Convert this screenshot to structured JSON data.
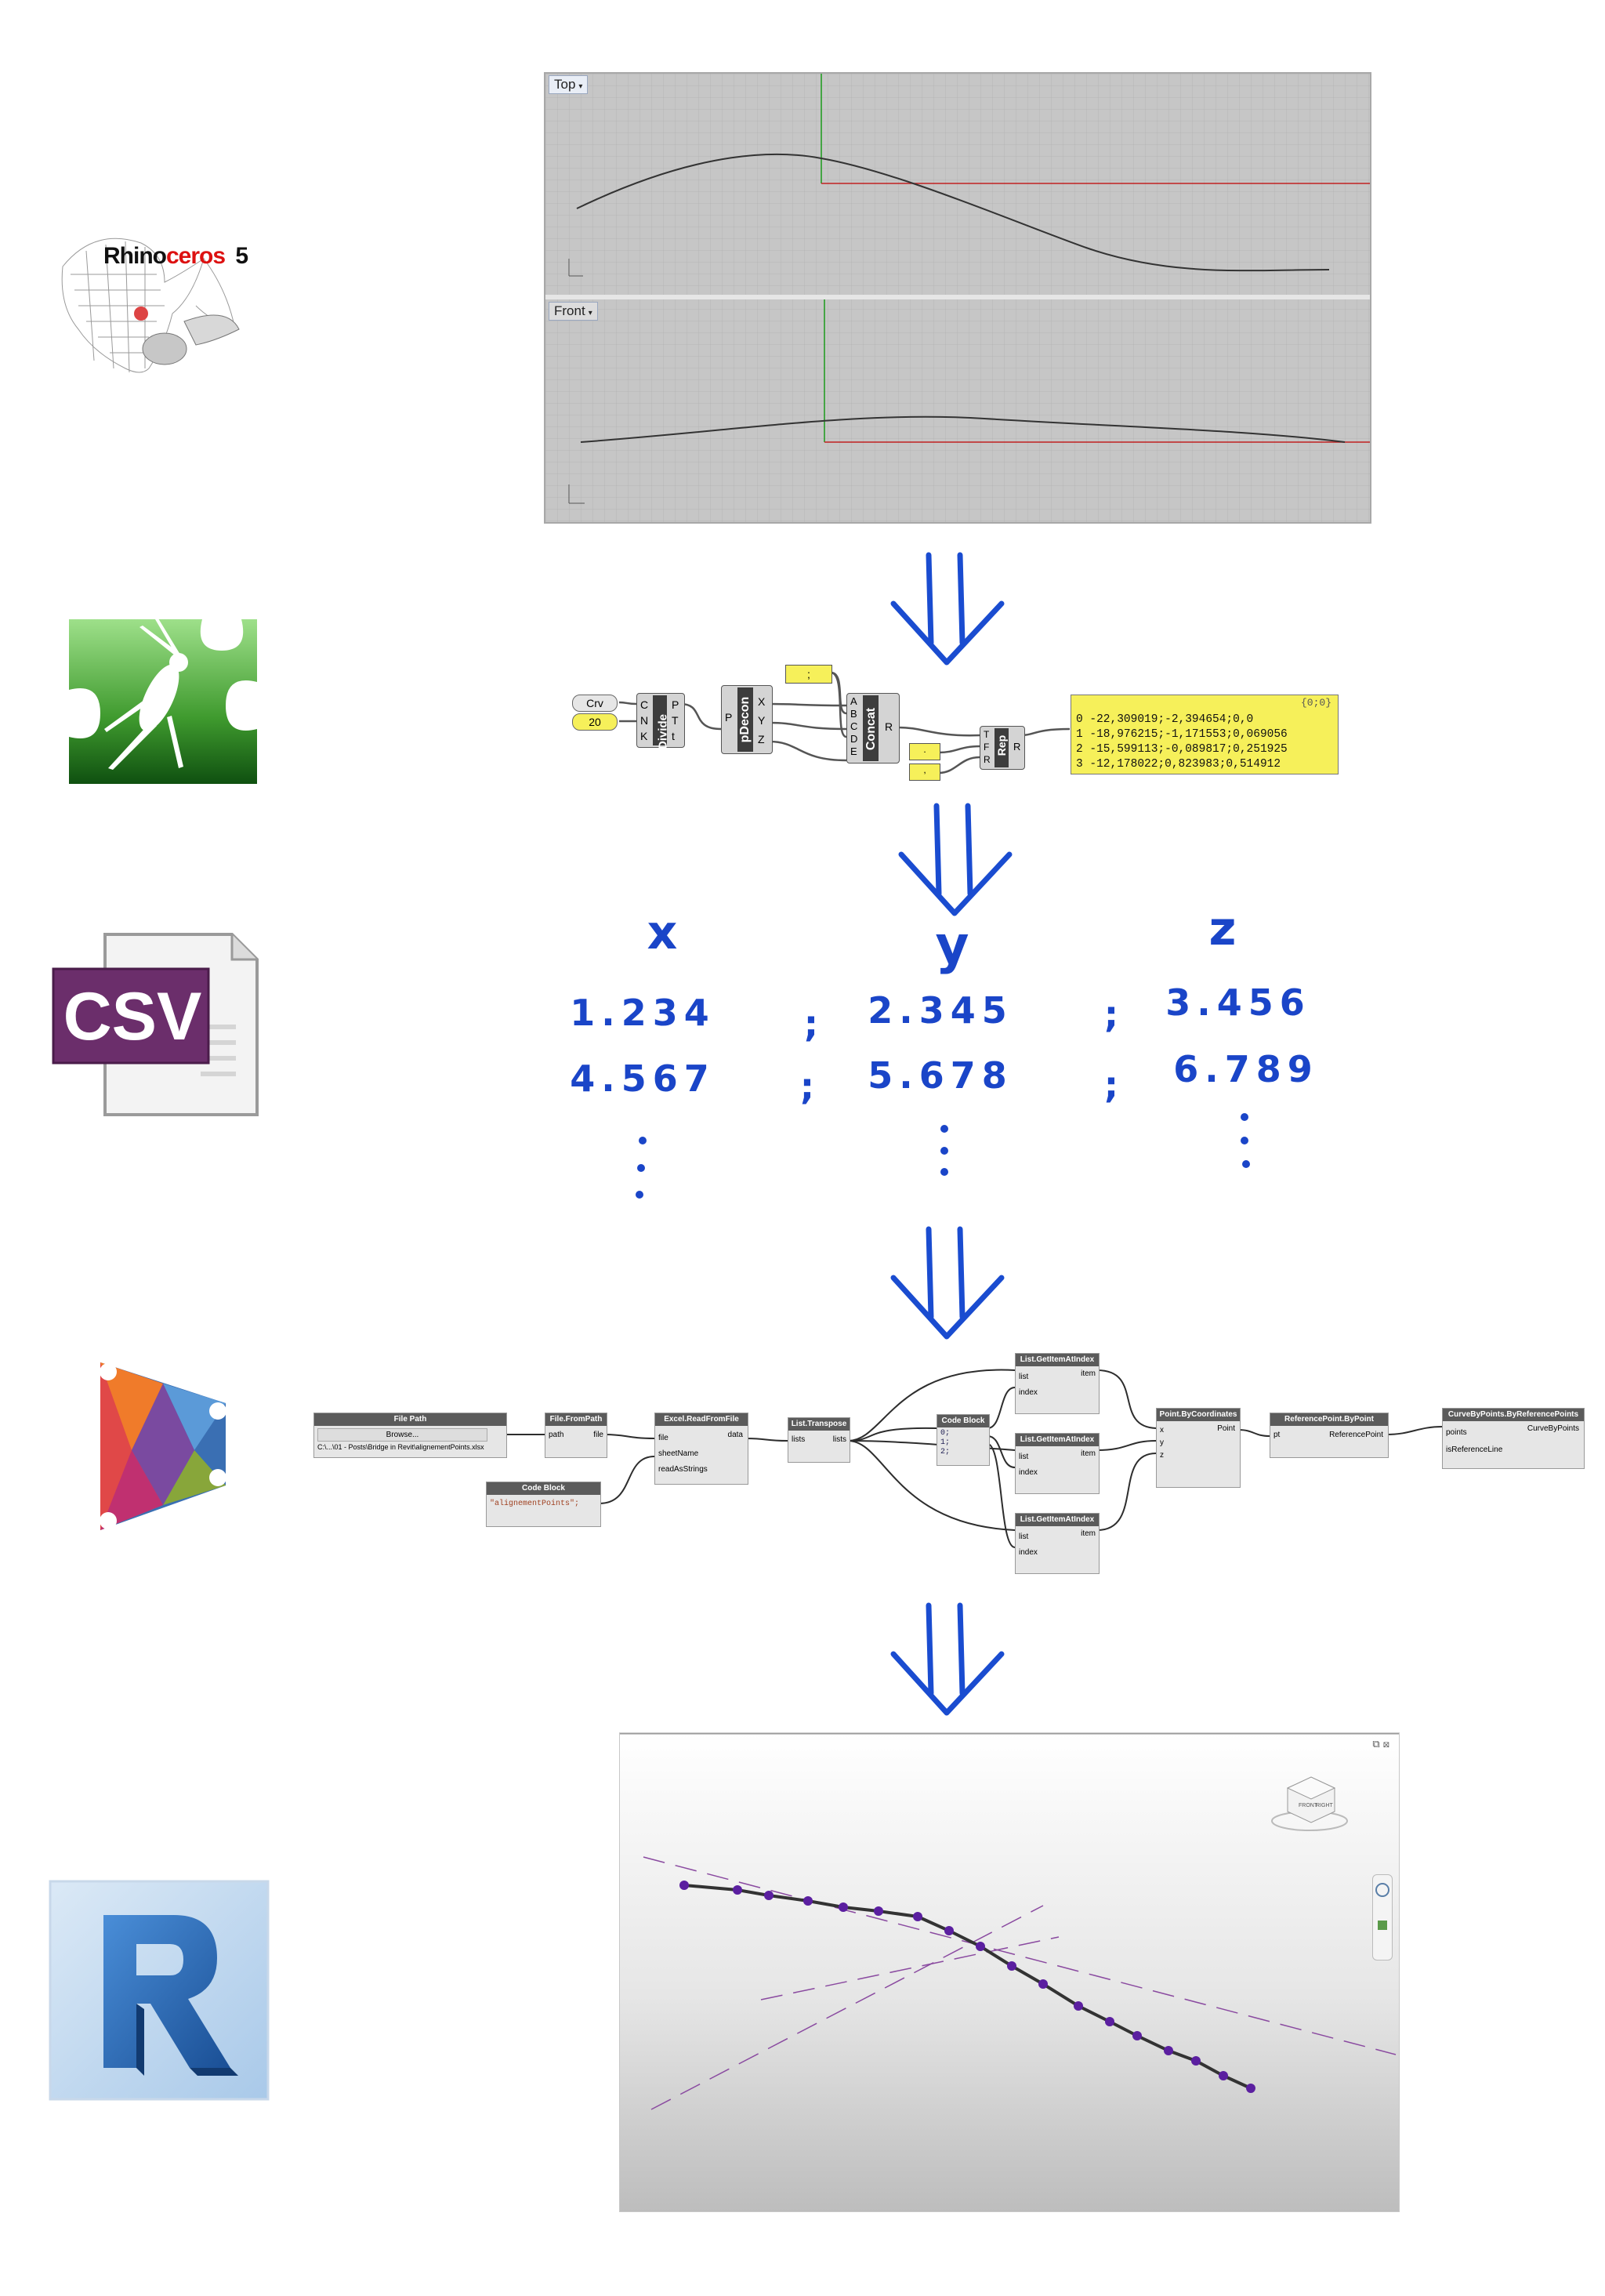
{
  "logos": {
    "rhino": {
      "name_part1": "Rhino",
      "name_part2": "ceros",
      "version": "5"
    },
    "csv": {
      "label": "CSV"
    }
  },
  "rhino_viewports": [
    {
      "label": "Top"
    },
    {
      "label": "Front"
    }
  ],
  "grasshopper": {
    "crv_label": "Crv",
    "count_value": "20",
    "divide": {
      "title": "Divide",
      "inputs": [
        "C",
        "N",
        "K"
      ],
      "outputs": [
        "P",
        "T",
        "t"
      ]
    },
    "pdecon": {
      "title": "pDecon",
      "input": "P",
      "outputs": [
        "X",
        "Y",
        "Z"
      ]
    },
    "separator": ";",
    "concat": {
      "title": "Concat",
      "inputs": [
        "A",
        "B",
        "C",
        "D",
        "E"
      ],
      "output": "R"
    },
    "replace": {
      "title": "Rep",
      "inputs": [
        "T",
        "F",
        "R"
      ],
      "output": "R"
    },
    "panel": {
      "path": "{0;0}",
      "rows": [
        "0 -22,309019;-2,394654;0,0",
        "1 -18,976215;-1,171553;0,069056",
        "2 -15,599113;-0,089817;0,251925",
        "3 -12,178022;0,823983;0,514912"
      ]
    }
  },
  "csv_example": {
    "headers": [
      "x",
      "y",
      "z"
    ],
    "rows": [
      [
        "1.234",
        "2.345",
        "3.456"
      ],
      [
        "4.567",
        "5.678",
        "6.789"
      ]
    ],
    "separator": ";"
  },
  "dynamo": {
    "file_path": {
      "title": "File Path",
      "button": "Browse...",
      "path": "C:\\...\\01 - Posts\\Bridge in Revit\\alignementPoints.xlsx"
    },
    "from_path": {
      "title": "File.FromPath",
      "input": "path",
      "output": "file"
    },
    "excel": {
      "title": "Excel.ReadFromFile",
      "inputs": [
        "file",
        "sheetName",
        "readAsStrings"
      ],
      "output": "data"
    },
    "code_block_1": {
      "title": "Code Block",
      "code": "\"alignementPoints\";"
    },
    "transpose": {
      "title": "List.Transpose",
      "input": "lists",
      "output": "lists"
    },
    "code_block_2": {
      "title": "Code Block",
      "lines": [
        "0;",
        "1;",
        "2;"
      ]
    },
    "get_items": [
      {
        "title": "List.GetItemAtIndex",
        "inputs": [
          "list",
          "index"
        ],
        "output": "item"
      },
      {
        "title": "List.GetItemAtIndex",
        "inputs": [
          "list",
          "index"
        ],
        "output": "item"
      },
      {
        "title": "List.GetItemAtIndex",
        "inputs": [
          "list",
          "index"
        ],
        "output": "item"
      }
    ],
    "point_by_coords": {
      "title": "Point.ByCoordinates",
      "inputs": [
        "x",
        "y",
        "z"
      ],
      "output": "Point"
    },
    "ref_point": {
      "title": "ReferencePoint.ByPoint",
      "input": "pt",
      "output": "ReferencePoint"
    },
    "curve_by_points": {
      "title": "CurveByPoints.ByReferencePoints",
      "inputs": [
        "points",
        "isReferenceLine"
      ],
      "output": "CurveByPoints"
    }
  },
  "revit_view": {
    "viewcube_front": "FRONT",
    "viewcube_right": "RIGHT"
  }
}
